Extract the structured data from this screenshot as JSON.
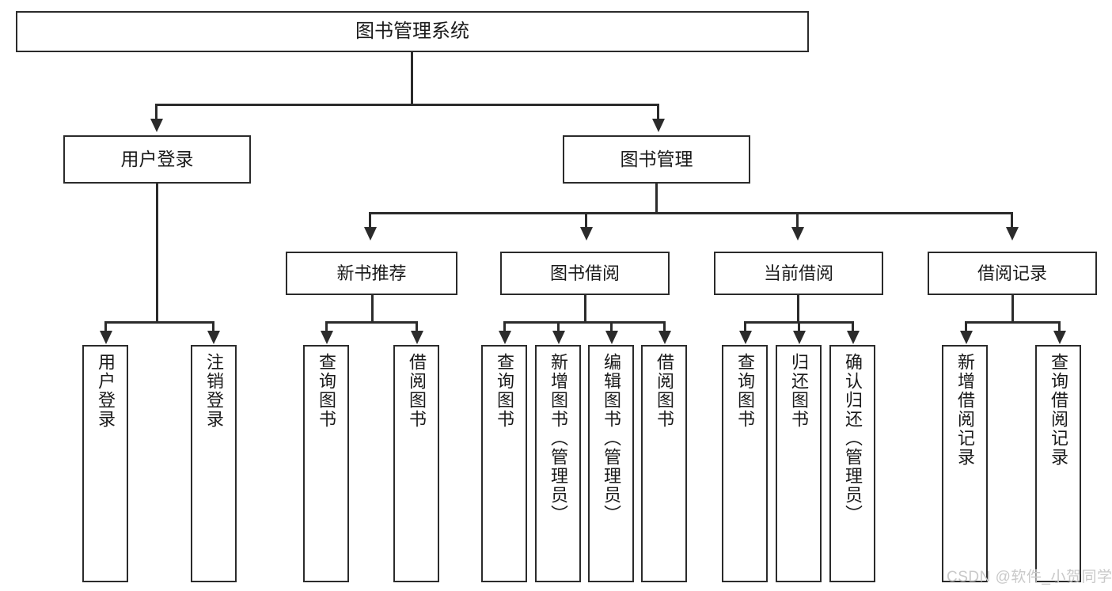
{
  "diagram": {
    "type": "tree",
    "title": "图书管理系统",
    "watermark": "CSDN @软件_小贺同学",
    "colors": {
      "stroke": "#2b2b2b",
      "fill": "#ffffff",
      "text": "#1a1a1a",
      "watermark": "#c9c9c9",
      "background": "#ffffff"
    },
    "nodes": {
      "root": {
        "label": "图书管理系统"
      },
      "level2": [
        {
          "label": "用户登录"
        },
        {
          "label": "图书管理"
        }
      ],
      "level3": [
        {
          "label": "新书推荐"
        },
        {
          "label": "图书借阅"
        },
        {
          "label": "当前借阅"
        },
        {
          "label": "借阅记录"
        }
      ],
      "leaves": {
        "user_login": [
          {
            "label": "用户登录"
          },
          {
            "label": "注销登录"
          }
        ],
        "new_book_recommend": [
          {
            "label": "查询图书"
          },
          {
            "label": "借阅图书"
          }
        ],
        "book_borrow": [
          {
            "label": "查询图书"
          },
          {
            "label": "新增图书（管理员）"
          },
          {
            "label": "编辑图书（管理员）"
          },
          {
            "label": "借阅图书"
          }
        ],
        "current_borrow": [
          {
            "label": "查询图书"
          },
          {
            "label": "归还图书"
          },
          {
            "label": "确认归还（管理员）"
          }
        ],
        "borrow_record": [
          {
            "label": "新增借阅记录"
          },
          {
            "label": "查询借阅记录"
          }
        ]
      }
    }
  }
}
